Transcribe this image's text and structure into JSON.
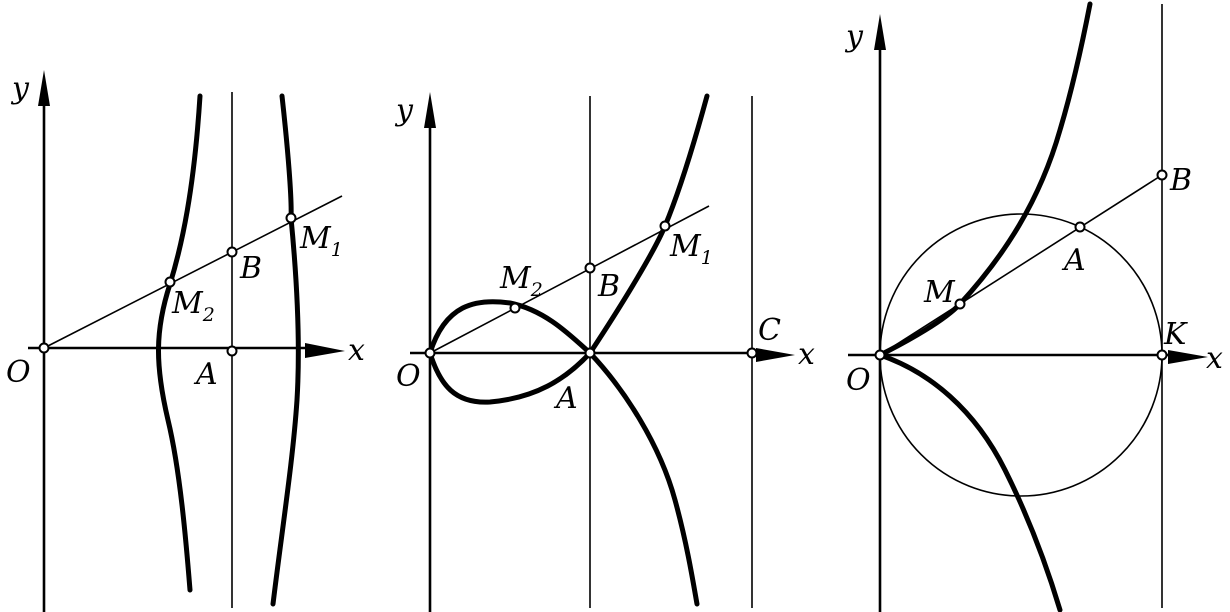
{
  "figure": {
    "panel_left": {
      "axis_x": "x",
      "axis_y": "y",
      "origin": "O",
      "A": "A",
      "B": "B",
      "M1": {
        "main": "M",
        "sub": "1"
      },
      "M2": {
        "main": "M",
        "sub": "2"
      }
    },
    "panel_middle": {
      "axis_x": "x",
      "axis_y": "y",
      "origin": "O",
      "A": "A",
      "B": "B",
      "C": "C",
      "M1": {
        "main": "M",
        "sub": "1"
      },
      "M2": {
        "main": "M",
        "sub": "2"
      }
    },
    "panel_right": {
      "axis_x": "x",
      "axis_y": "y",
      "origin": "O",
      "A": "A",
      "B": "B",
      "K": "K",
      "M": "M"
    }
  }
}
